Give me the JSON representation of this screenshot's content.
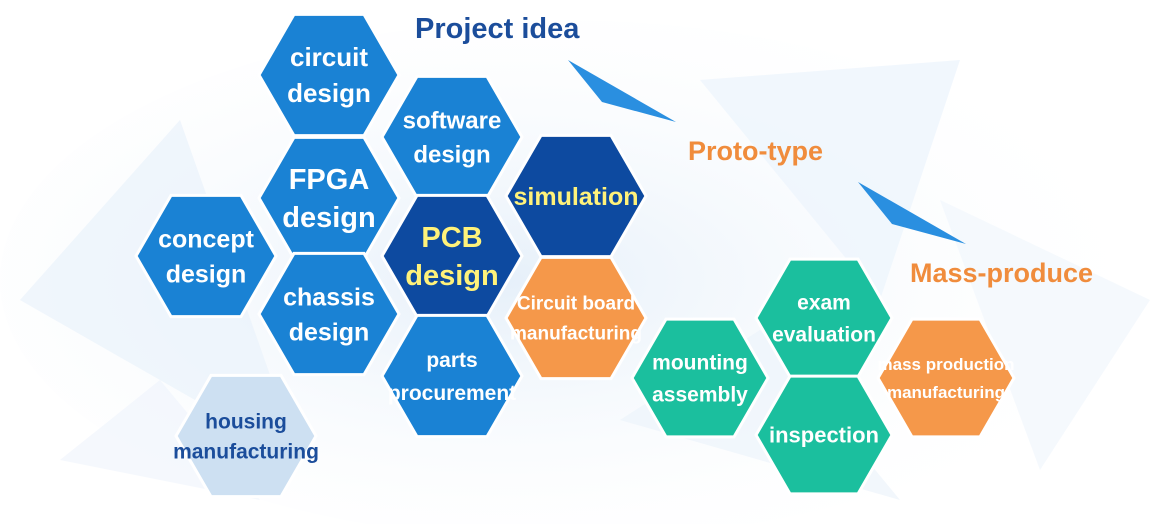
{
  "stages": {
    "project_idea": {
      "label": "Project idea",
      "color": "#1b4d9b"
    },
    "proto_type": {
      "label": "Proto-type",
      "color": "#f08c3c"
    },
    "mass_produce": {
      "label": "Mass-produce",
      "color": "#f08c3c"
    }
  },
  "colors": {
    "blue": "#1a82d4",
    "dark_blue": "#0d4aa0",
    "orange": "#f5984a",
    "teal": "#1bbf9e",
    "pale_blue": "#cde0f2",
    "white_text": "#ffffff",
    "yellow_text": "#fff27a",
    "navy_text": "#1b4d9b",
    "arrow": "#2a8fe0"
  },
  "hexagons": {
    "circuit_design": {
      "lines": [
        "circuit",
        "design"
      ]
    },
    "software_design": {
      "lines": [
        "software",
        "design"
      ]
    },
    "fpga_design": {
      "lines": [
        "FPGA",
        "design"
      ]
    },
    "simulation": {
      "lines": [
        "simulation"
      ]
    },
    "concept_design": {
      "lines": [
        "concept",
        "design"
      ]
    },
    "pcb_design": {
      "lines": [
        "PCB",
        "design"
      ]
    },
    "chassis_design": {
      "lines": [
        "chassis",
        "design"
      ]
    },
    "circuit_board_manufacturing": {
      "lines": [
        "Circuit board",
        "manufacturing"
      ]
    },
    "parts_procurement": {
      "lines": [
        "parts",
        "procurement"
      ]
    },
    "housing_manufacturing": {
      "lines": [
        "housing",
        "manufacturing"
      ]
    },
    "mounting_assembly": {
      "lines": [
        "mounting",
        "assembly"
      ]
    },
    "exam_evaluation": {
      "lines": [
        "exam",
        "evaluation"
      ]
    },
    "mass_production_manufacturing": {
      "lines": [
        "mass production",
        "manufacturing"
      ]
    },
    "inspection": {
      "lines": [
        "inspection"
      ]
    }
  }
}
